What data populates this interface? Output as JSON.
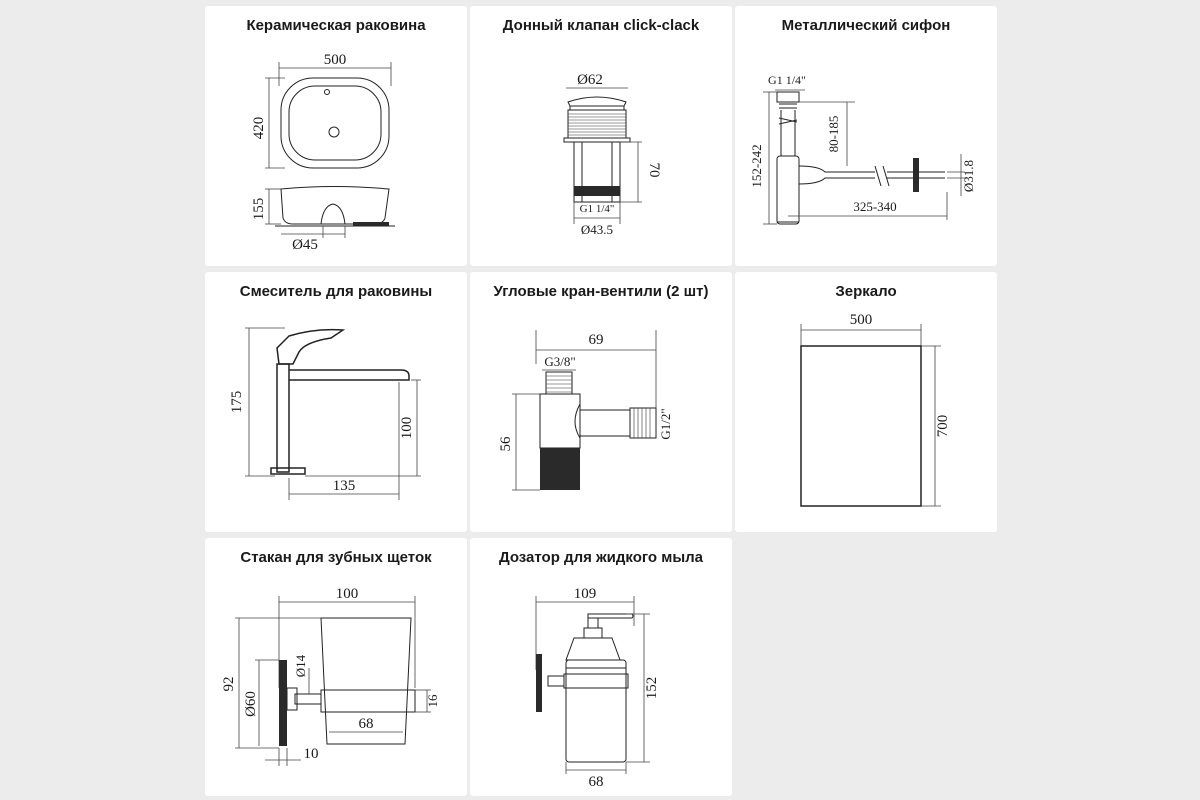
{
  "cards": {
    "sink": {
      "title": "Керамическая раковина",
      "width": "500",
      "depth": "420",
      "height": "155",
      "drain_diameter": "Ø45"
    },
    "valve": {
      "title": "Донный клапан click-clack",
      "cap_diameter": "Ø62",
      "height": "70",
      "thread": "G1 1/4\"",
      "bottom_diameter": "Ø43.5"
    },
    "siphon": {
      "title": "Металлический сифон",
      "thread": "G1 1/4\"",
      "vertical_range": "80-185",
      "total_height": "152-242",
      "horizontal_range": "325-340",
      "pipe_diameter": "Ø31.8"
    },
    "faucet": {
      "title": "Смеситель для раковины",
      "total_height": "175",
      "spout_height": "100",
      "reach": "135"
    },
    "angle_valves": {
      "title": "Угловые кран-вентили (2 шт)",
      "length": "69",
      "inlet_thread": "G3/8\"",
      "outlet_thread": "G1/2\"",
      "height": "56"
    },
    "mirror": {
      "title": "Зеркало",
      "width": "500",
      "height": "700"
    },
    "tumbler": {
      "title": "Стакан для зубных щеток",
      "width": "100",
      "height": "92",
      "flange_diameter": "Ø60",
      "rod_diameter": "Ø14",
      "ring_height": "16",
      "cup_diameter": "68",
      "offset": "10"
    },
    "dispenser": {
      "title": "Дозатор для жидкого мыла",
      "width": "109",
      "height": "152",
      "bottle_diameter": "68"
    }
  }
}
